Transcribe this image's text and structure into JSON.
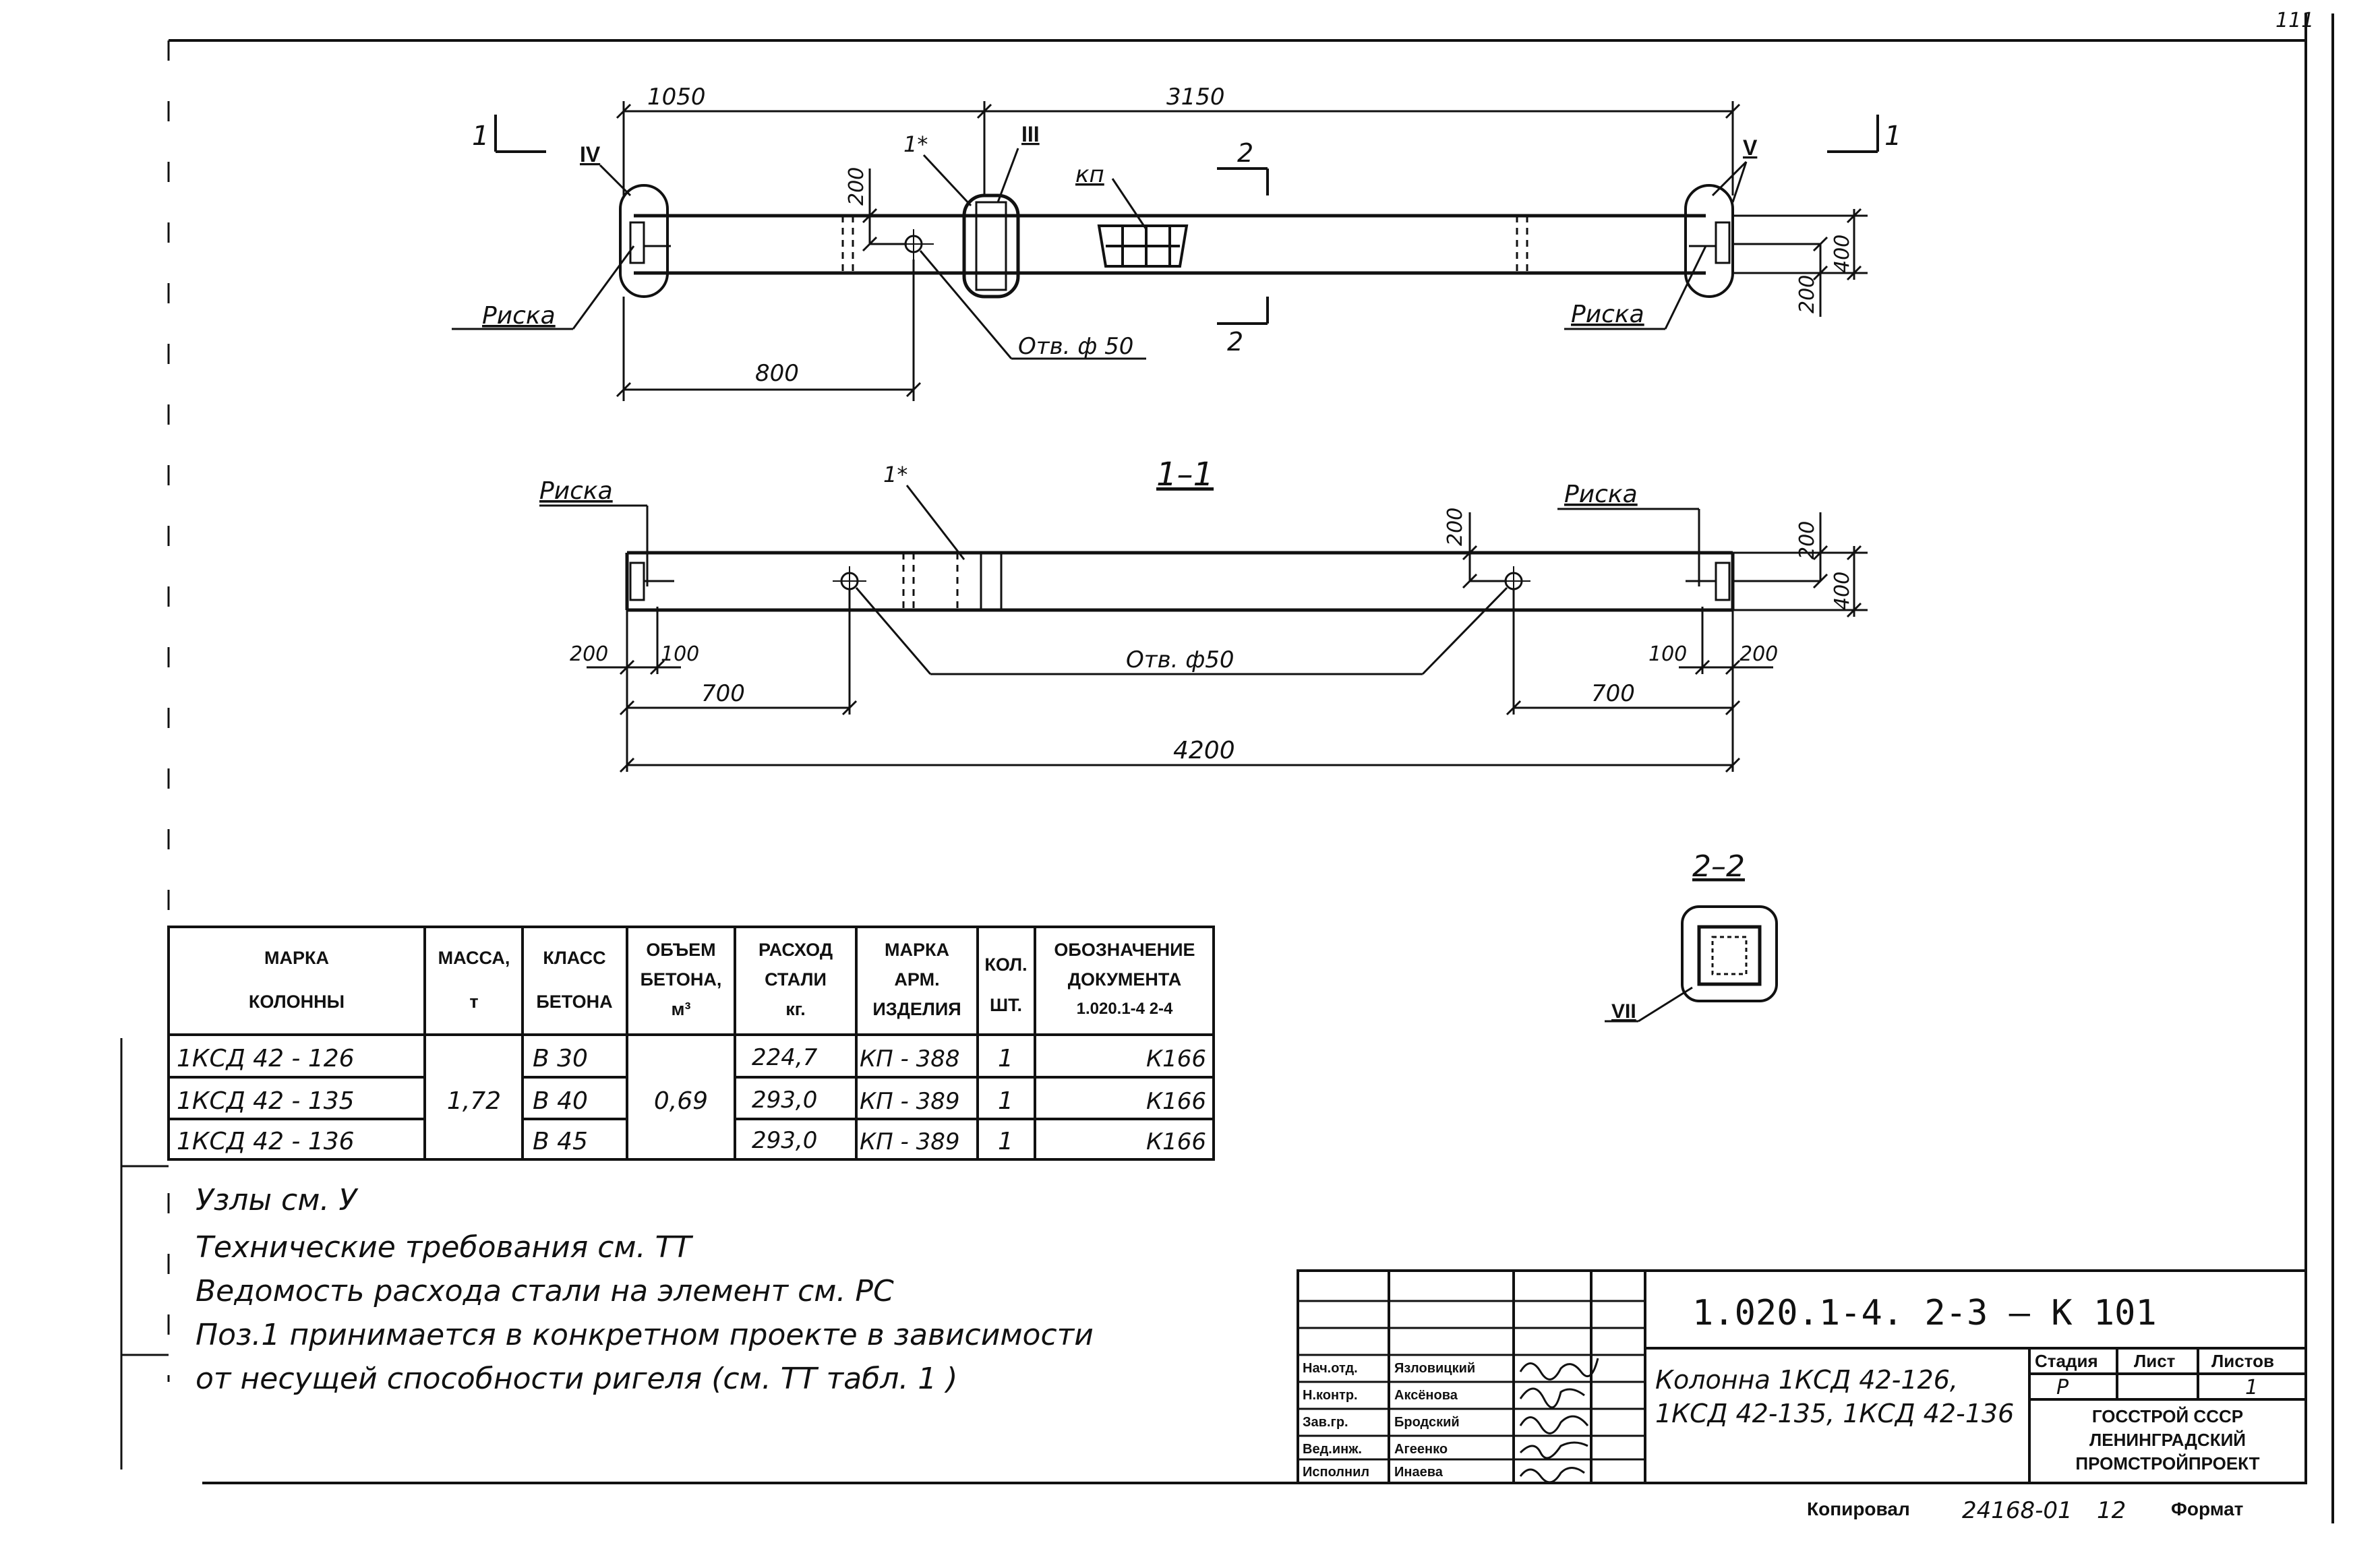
{
  "sheet_number": "111",
  "plan": {
    "dim_1050": "1050",
    "dim_3150": "3150",
    "dim_800": "800",
    "dim_200_top": "200",
    "dim_200_right": "200",
    "dim_400_right": "400",
    "section_1_label": "1",
    "section_2_label": "2",
    "node_IV": "IV",
    "node_III": "III",
    "node_V": "V",
    "pos_1": "1*",
    "kp_label": "кп",
    "riska_left": "Риска",
    "riska_right": "Риска",
    "hole_label": "Отв. ф 50"
  },
  "section_1_1": {
    "title": "1–1",
    "riska_left": "Риска",
    "riska_right": "Риска",
    "pos_1": "1*",
    "dim_200_a": "200",
    "dim_200_b": "200",
    "dim_400": "400",
    "dim_200_left": "200",
    "dim_100_left": "100",
    "dim_100_right": "100",
    "dim_200_right": "200",
    "dim_700_left": "700",
    "dim_700_right": "700",
    "dim_4200": "4200",
    "hole_label": "Отв. ф50"
  },
  "section_2_2": {
    "title": "2–2",
    "node_VII": "VII"
  },
  "spec_table": {
    "headers": [
      [
        "МАРКА",
        "КОЛОННЫ"
      ],
      [
        "МАССА,",
        "т"
      ],
      [
        "КЛАСС",
        "БЕТОНА"
      ],
      [
        "ОБЪЕМ",
        "БЕТОНА,",
        "м³"
      ],
      [
        "РАСХОД",
        "СТАЛИ",
        "кг."
      ],
      [
        "МАРКА",
        "АРМ.",
        "ИЗДЕЛИЯ"
      ],
      [
        "КОЛ.",
        "ШТ."
      ],
      [
        "ОБОЗНАЧЕНИЕ",
        "ДОКУМЕНТА",
        "1.020.1-4  2-4"
      ]
    ],
    "rows": [
      [
        "1КСД 42 - 126",
        "",
        "В 30",
        "",
        "224,7",
        "КП - 388",
        "1",
        "К166"
      ],
      [
        "1КСД 42 - 135",
        "",
        "В 40",
        "",
        "293,0",
        "КП - 389",
        "1",
        "К166"
      ],
      [
        "1КСД 42 - 136",
        "",
        "В 45",
        "",
        "293,0",
        "КП - 389",
        "1",
        "К166"
      ]
    ],
    "merged_mass": "1,72",
    "merged_volume": "0,69"
  },
  "notes": [
    "Узлы см. У",
    "Технические требования см. ТТ",
    "Ведомость расхода стали на элемент см. РС",
    "Поз.1 принимается в конкретном проекте в зависимости",
    "от несущей способности ригеля (см. ТТ табл. 1 )"
  ],
  "title_block": {
    "doc_code": "1.020.1-4. 2-3  –  К 101",
    "title_lines": [
      "Колонна 1КСД 42-126,",
      "1КСД 42-135, 1КСД 42-136"
    ],
    "stage_header": "Стадия",
    "sheet_header": "Лист",
    "sheets_header": "Листов",
    "stage_value": "Р",
    "sheets_value": "1",
    "org_lines": [
      "ГОССТРОЙ СССР",
      "ЛЕНИНГРАДСКИЙ",
      "ПРОМСТРОЙПРОЕКТ"
    ],
    "signatures": [
      {
        "role": "Нач.отд.",
        "name": "Язловицкий"
      },
      {
        "role": "Н.контр.",
        "name": "Аксёнова"
      },
      {
        "role": "Зав.гр.",
        "name": "Бродский"
      },
      {
        "role": "Вед.инж.",
        "name": "Агеенко"
      },
      {
        "role": "Исполнил",
        "name": "Инаева"
      }
    ]
  },
  "footer": {
    "copied": "Копировал",
    "number": "24168-01",
    "page": "12",
    "format": "Формат"
  }
}
